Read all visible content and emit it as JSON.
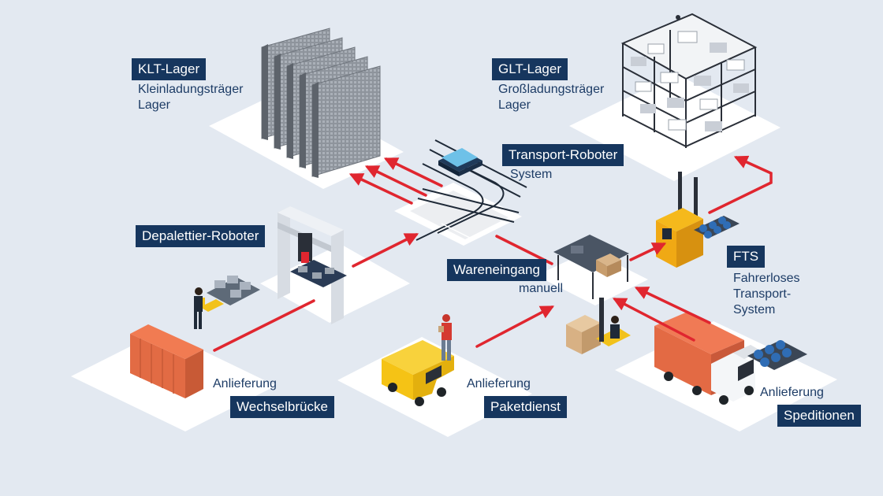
{
  "colors": {
    "background": "#e3e9f1",
    "platform": "#ffffff",
    "badge": "#16365e",
    "label_text": "#1d3c66",
    "flow_arrow": "#e0262f"
  },
  "stations": {
    "klt": {
      "badge": "KLT-Lager",
      "line1": "Kleinladungsträger",
      "line2": "Lager"
    },
    "glt": {
      "badge": "GLT-Lager",
      "line1": "Großladungsträger",
      "line2": "Lager"
    },
    "transport": {
      "badge": "Transport-Roboter",
      "line1": "System"
    },
    "depal": {
      "badge": "Depalettier-Roboter"
    },
    "wareneingang": {
      "badge": "Wareneingang",
      "line1": "manuell"
    },
    "fts": {
      "badge": "FTS",
      "line1": "Fahrerloses",
      "line2": "Transport-",
      "line3": "System"
    },
    "wechsel": {
      "line1": "Anlieferung",
      "badge": "Wechselbrücke"
    },
    "paket": {
      "line1": "Anlieferung",
      "badge": "Paketdienst"
    },
    "speditionen": {
      "line1": "Anlieferung",
      "badge": "Speditionen"
    }
  }
}
